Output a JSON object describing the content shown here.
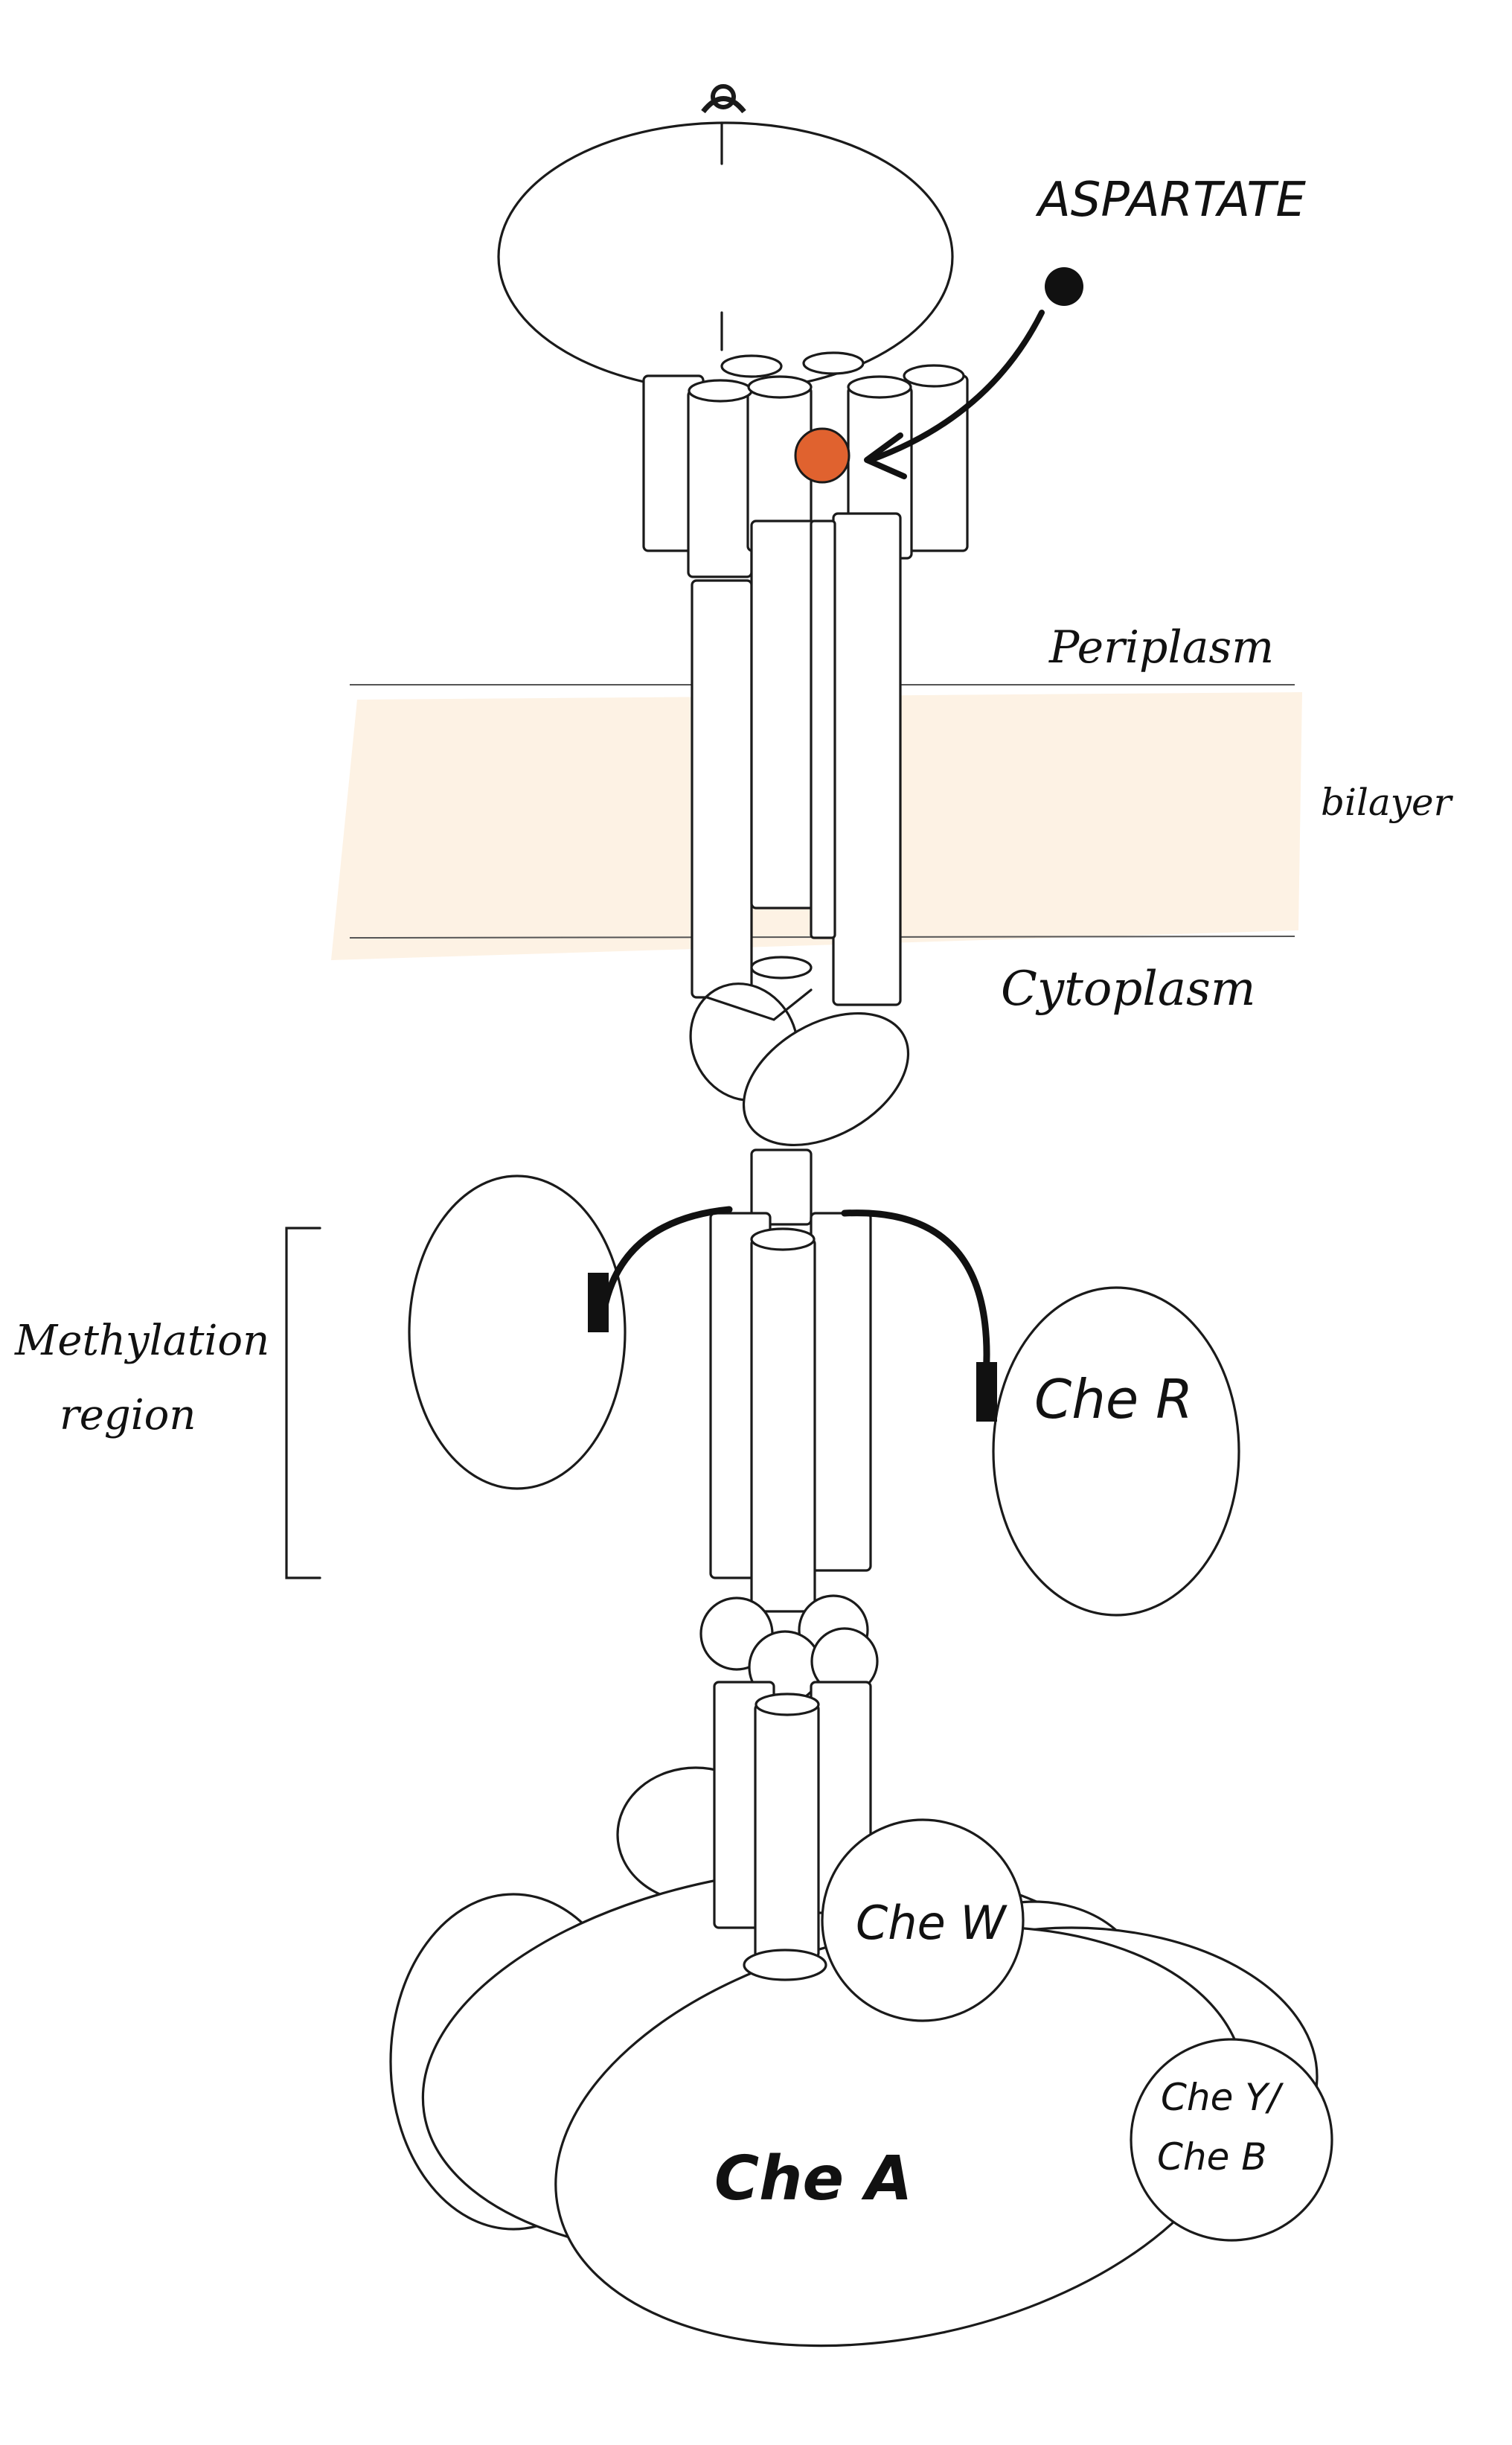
{
  "labels": {
    "ligand": "ASPARTATE",
    "periplasm": "Periplasm",
    "bilayer": "bilayer",
    "cytoplasm": "Cytoplasm",
    "methylation_line1": "Methylation",
    "methylation_line2": "region",
    "cher": "Che R",
    "chew": "Che W",
    "chea": "Che A",
    "chey_line1": "Che Y/",
    "chey_line2": "Che B"
  },
  "colors": {
    "membrane": "#fdf2e4",
    "binding_site": "#e0622f",
    "ink": "#1a1a1a",
    "fill": "#ffffff"
  }
}
